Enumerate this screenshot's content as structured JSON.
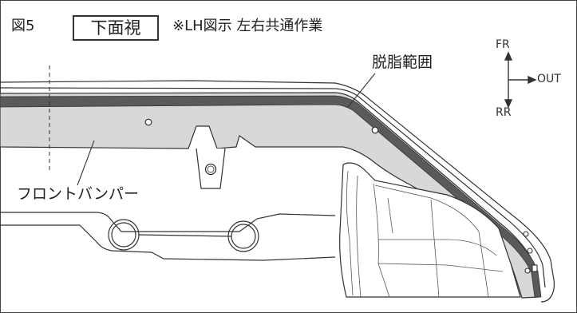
{
  "figure": {
    "number_label": "図5",
    "view_label": "下面視",
    "note": "※LH図示 左右共通作業"
  },
  "callouts": {
    "degrease_area": "脱脂範囲",
    "front_bumper": "フロントバンパー"
  },
  "directions": {
    "front": "FR",
    "rear": "RR",
    "outside": "OUT"
  },
  "colors": {
    "highlight_band": "#d8d8d8",
    "dark_edge": "#5a5a5a",
    "outline": "#333333"
  }
}
